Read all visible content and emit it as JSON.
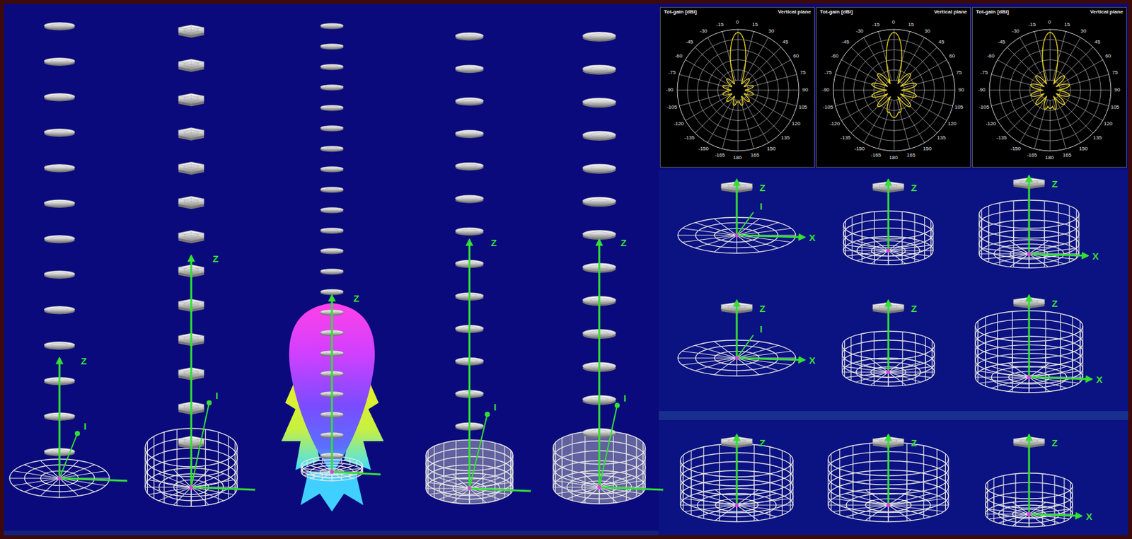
{
  "diagram": {
    "nodes": [
      {
        "text": [
          "Tot-gain [dBi]",
          "Vertical plane"
        ]
      },
      {
        "text": [
          "Tot-gain [dBi]",
          "Vertical plane"
        ]
      },
      {
        "text": [
          "Tot-gain [dBi]",
          "Vertical plane"
        ]
      }
    ],
    "labels": [
      "Z",
      "I",
      "Z",
      "I",
      "Z",
      "Z",
      "I",
      "Z",
      "I",
      "0",
      "15",
      "30",
      "45",
      "60",
      "75",
      "90",
      "105",
      "120",
      "135",
      "150",
      "165",
      "180",
      "-165",
      "-150",
      "-135",
      "-120",
      "-105",
      "-90",
      "-75",
      "-60",
      "-45",
      "-30",
      "-15",
      "0",
      "15",
      "30",
      "45",
      "60",
      "75",
      "90",
      "105",
      "120",
      "135",
      "150",
      "165",
      "180",
      "-165",
      "-150",
      "-135",
      "-120",
      "-105",
      "-90",
      "-75",
      "-60",
      "-45",
      "-30",
      "-15",
      "0",
      "15",
      "30",
      "45",
      "60",
      "75",
      "90",
      "105",
      "120",
      "135",
      "150",
      "165",
      "180",
      "-165",
      "-150",
      "-135",
      "-120",
      "-105",
      "-90",
      "-75",
      "-60",
      "-45",
      "-30",
      "-15",
      "Z",
      "I",
      "X",
      "Z",
      "Z",
      "X",
      "Z",
      "I",
      "X",
      "Z",
      "Z",
      "X",
      "Z",
      "Z",
      "Z",
      "X"
    ]
  }
}
